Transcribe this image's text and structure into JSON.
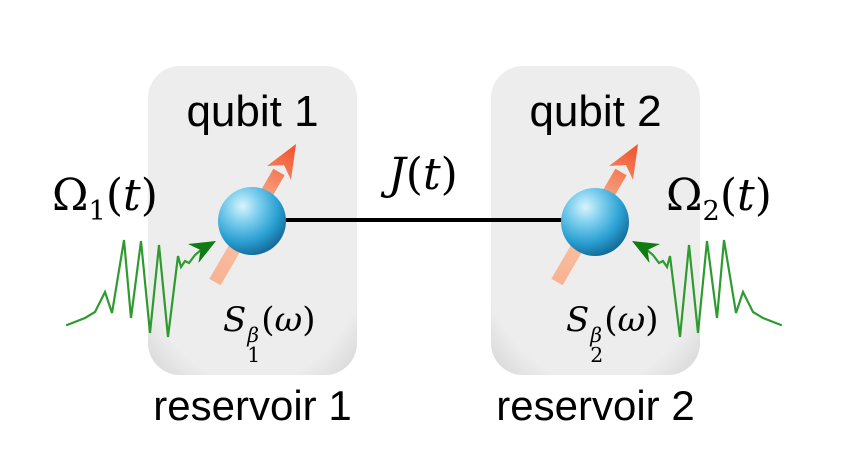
{
  "boxes": {
    "box1": {
      "title": "qubit 1",
      "reservoir": "reservoir 1",
      "spectral": {
        "sym": "S",
        "sup": "β",
        "sub": "1",
        "lparen": "(",
        "arg": "ω",
        "rparen": ")"
      }
    },
    "box2": {
      "title": "qubit 2",
      "reservoir": "reservoir 2",
      "spectral": {
        "sym": "S",
        "sup": "β",
        "sub": "2",
        "lparen": "(",
        "arg": "ω",
        "rparen": ")"
      }
    }
  },
  "labels": {
    "drive1": {
      "sym": "Ω",
      "sub": "1",
      "lparen": "(",
      "arg": "t",
      "rparen": ")"
    },
    "drive2": {
      "sym": "Ω",
      "sub": "2",
      "lparen": "(",
      "arg": "t",
      "rparen": ")"
    },
    "coupling": {
      "sym": "J",
      "lparen": "(",
      "arg": "t",
      "rparen": ")"
    }
  },
  "colors": {
    "background": "#ffffff",
    "box_center": "#ededed",
    "box_edge": "#d2d2d2",
    "sphere_highlight": "#d9f3fb",
    "sphere_light": "#7fd0ee",
    "sphere_mid": "#2aa0d2",
    "sphere_dark": "#0a527e",
    "spin_arrow_light": "#fbc5a7",
    "spin_arrow_mid": "#f8b294",
    "spin_arrow_dark": "#ef5128",
    "pulse_green": "#2e9b2e",
    "pulse_arrowhead_green": "#0e7c12",
    "coupling_line": "#000000",
    "text": "#000000"
  }
}
